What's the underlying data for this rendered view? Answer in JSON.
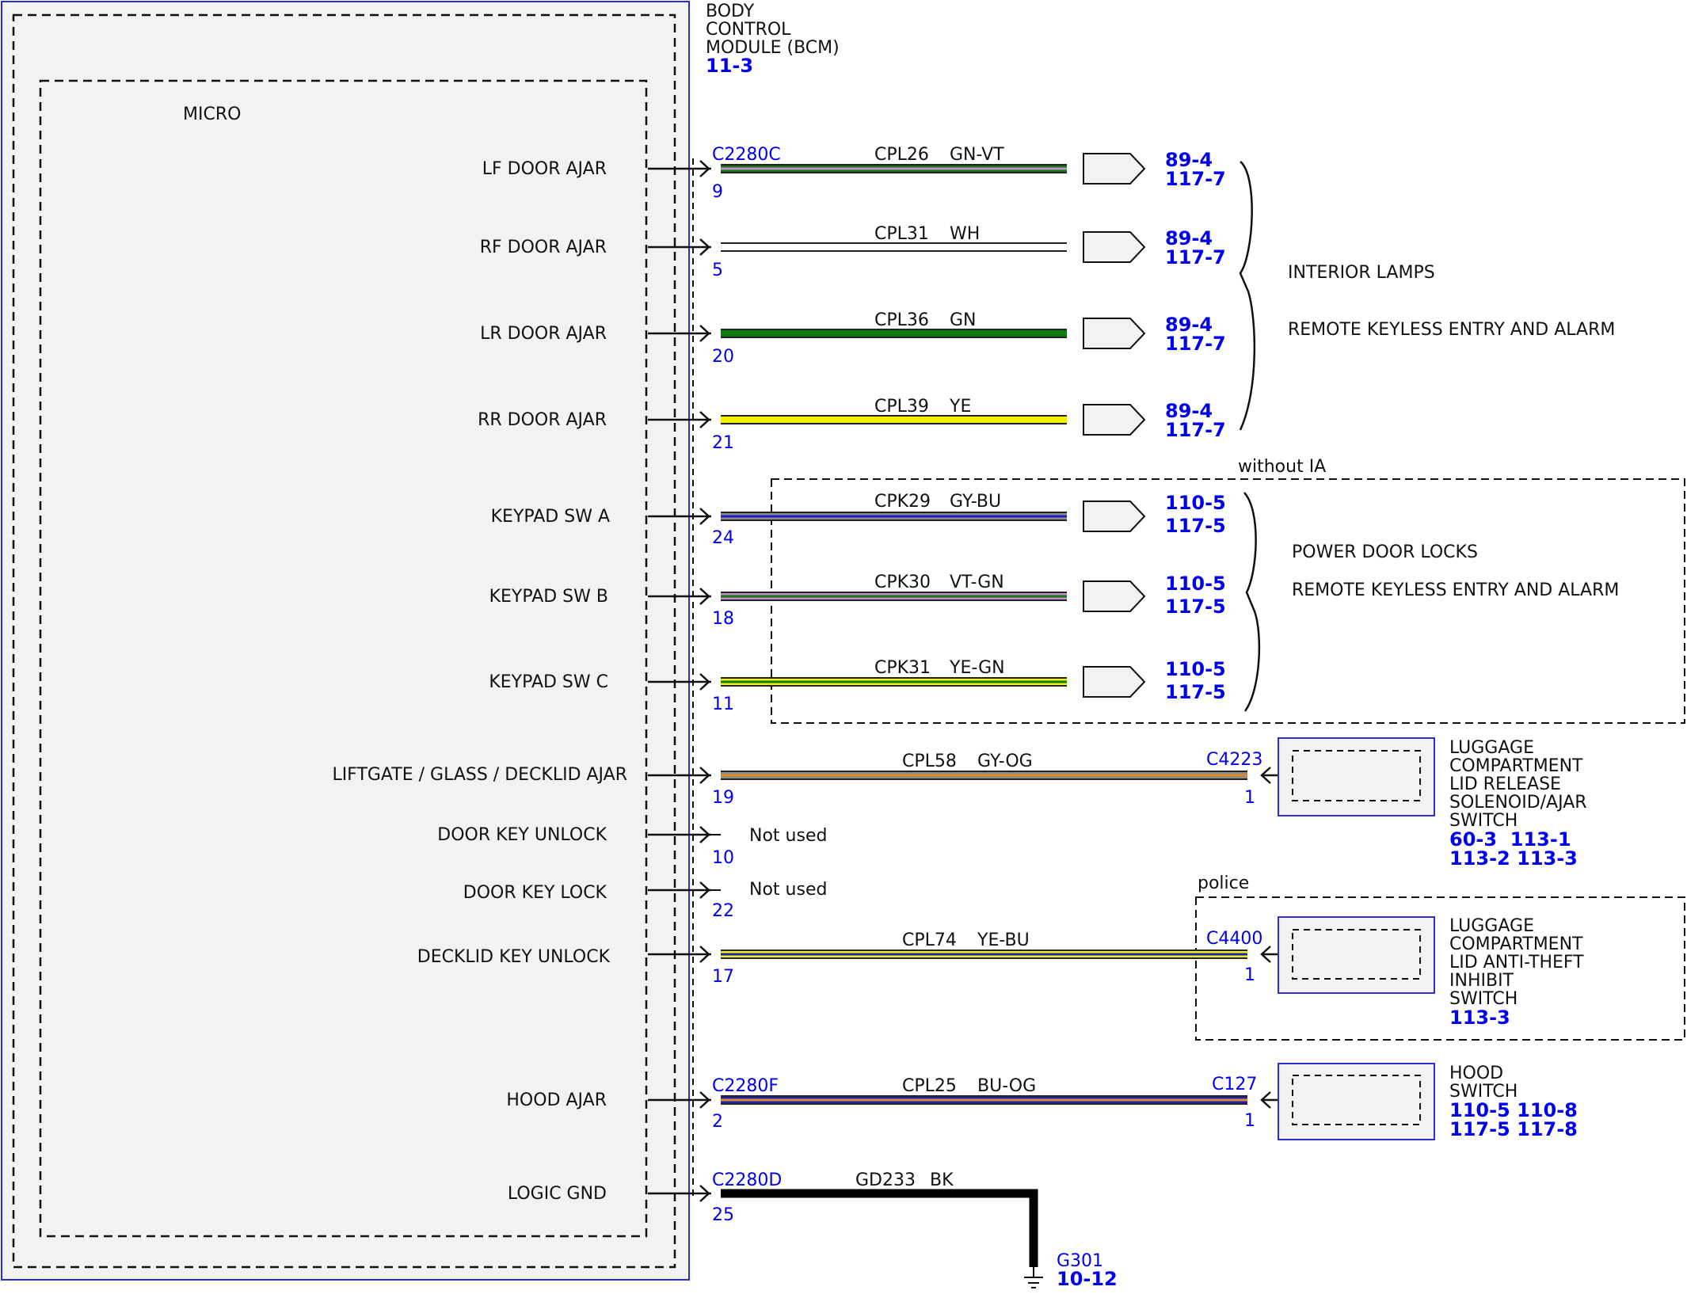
{
  "module": {
    "title_lines": [
      "BODY",
      "CONTROL",
      "MODULE (BCM)"
    ],
    "ref": "11-3",
    "micro_label": "MICRO"
  },
  "colors": {
    "GN": "#0d7a0d",
    "VT": "#cc88cc",
    "WH": "#ffffff",
    "YE": "#f2f200",
    "GY": "#8c8c8c",
    "BU": "#2020c0",
    "OG": "#e08a20",
    "BK": "#000000",
    "module_border": "#2e2ed0",
    "module_fill": "#f2f2f2"
  },
  "circuits": [
    {
      "label": "LF DOOR AJAR",
      "connector": "C2280C",
      "pin": "9",
      "circuit": "CPL26",
      "wire": "GN-VT",
      "refs": [
        "89-4",
        "117-7"
      ]
    },
    {
      "label": "RF DOOR AJAR",
      "connector": "",
      "pin": "5",
      "circuit": "CPL31",
      "wire": "WH",
      "refs": [
        "89-4",
        "117-7"
      ]
    },
    {
      "label": "LR DOOR AJAR",
      "connector": "",
      "pin": "20",
      "circuit": "CPL36",
      "wire": "GN",
      "refs": [
        "89-4",
        "117-7"
      ]
    },
    {
      "label": "RR DOOR AJAR",
      "connector": "",
      "pin": "21",
      "circuit": "CPL39",
      "wire": "YE",
      "refs": [
        "89-4",
        "117-7"
      ]
    },
    {
      "label": "KEYPAD SW A",
      "connector": "",
      "pin": "24",
      "circuit": "CPK29",
      "wire": "GY-BU",
      "refs": [
        "110-5",
        "117-5"
      ]
    },
    {
      "label": "KEYPAD SW B",
      "connector": "",
      "pin": "18",
      "circuit": "CPK30",
      "wire": "VT-GN",
      "refs": [
        "110-5",
        "117-5"
      ]
    },
    {
      "label": "KEYPAD SW C",
      "connector": "",
      "pin": "11",
      "circuit": "CPK31",
      "wire": "YE-GN",
      "refs": [
        "110-5",
        "117-5"
      ]
    },
    {
      "label": "LIFTGATE / GLASS / DECKLID AJAR",
      "connector": "",
      "pin": "19",
      "circuit": "CPL58",
      "wire": "GY-OG",
      "end_connector": "C4223",
      "end_pin": "1"
    },
    {
      "label": "DOOR KEY UNLOCK",
      "connector": "",
      "pin": "10",
      "not_used": "Not used"
    },
    {
      "label": "DOOR KEY LOCK",
      "connector": "",
      "pin": "22",
      "not_used": "Not used"
    },
    {
      "label": "DECKLID KEY UNLOCK",
      "connector": "",
      "pin": "17",
      "circuit": "CPL74",
      "wire": "YE-BU",
      "end_connector": "C4400",
      "end_pin": "1"
    },
    {
      "label": "HOOD AJAR",
      "connector": "C2280F",
      "pin": "2",
      "circuit": "CPL25",
      "wire": "BU-OG",
      "end_connector": "C127",
      "end_pin": "1"
    },
    {
      "label": "LOGIC GND",
      "connector": "C2280D",
      "pin": "25",
      "circuit": "GD233",
      "wire": "BK"
    }
  ],
  "groups": {
    "door_ajar": {
      "line1": "INTERIOR LAMPS",
      "line2": "REMOTE KEYLESS ENTRY AND ALARM"
    },
    "keypad": {
      "option": "without IA",
      "line1": "POWER DOOR LOCKS",
      "line2": "REMOTE KEYLESS ENTRY AND ALARM"
    },
    "police": {
      "option": "police"
    }
  },
  "components": {
    "luggage_release": {
      "lines": [
        "LUGGAGE",
        "COMPARTMENT",
        "LID RELEASE",
        "SOLENOID/AJAR",
        "SWITCH"
      ],
      "refs": [
        "60-3  113-1",
        "113-2 113-3"
      ]
    },
    "luggage_antitheft": {
      "lines": [
        "LUGGAGE",
        "COMPARTMENT",
        "LID ANTI-THEFT",
        "INHIBIT",
        "SWITCH"
      ],
      "refs": [
        "113-3"
      ]
    },
    "hood_switch": {
      "lines": [
        "HOOD",
        "SWITCH"
      ],
      "refs": [
        "110-5 110-8",
        "117-5 117-8"
      ]
    }
  },
  "ground": {
    "name": "G301",
    "ref": "10-12"
  }
}
